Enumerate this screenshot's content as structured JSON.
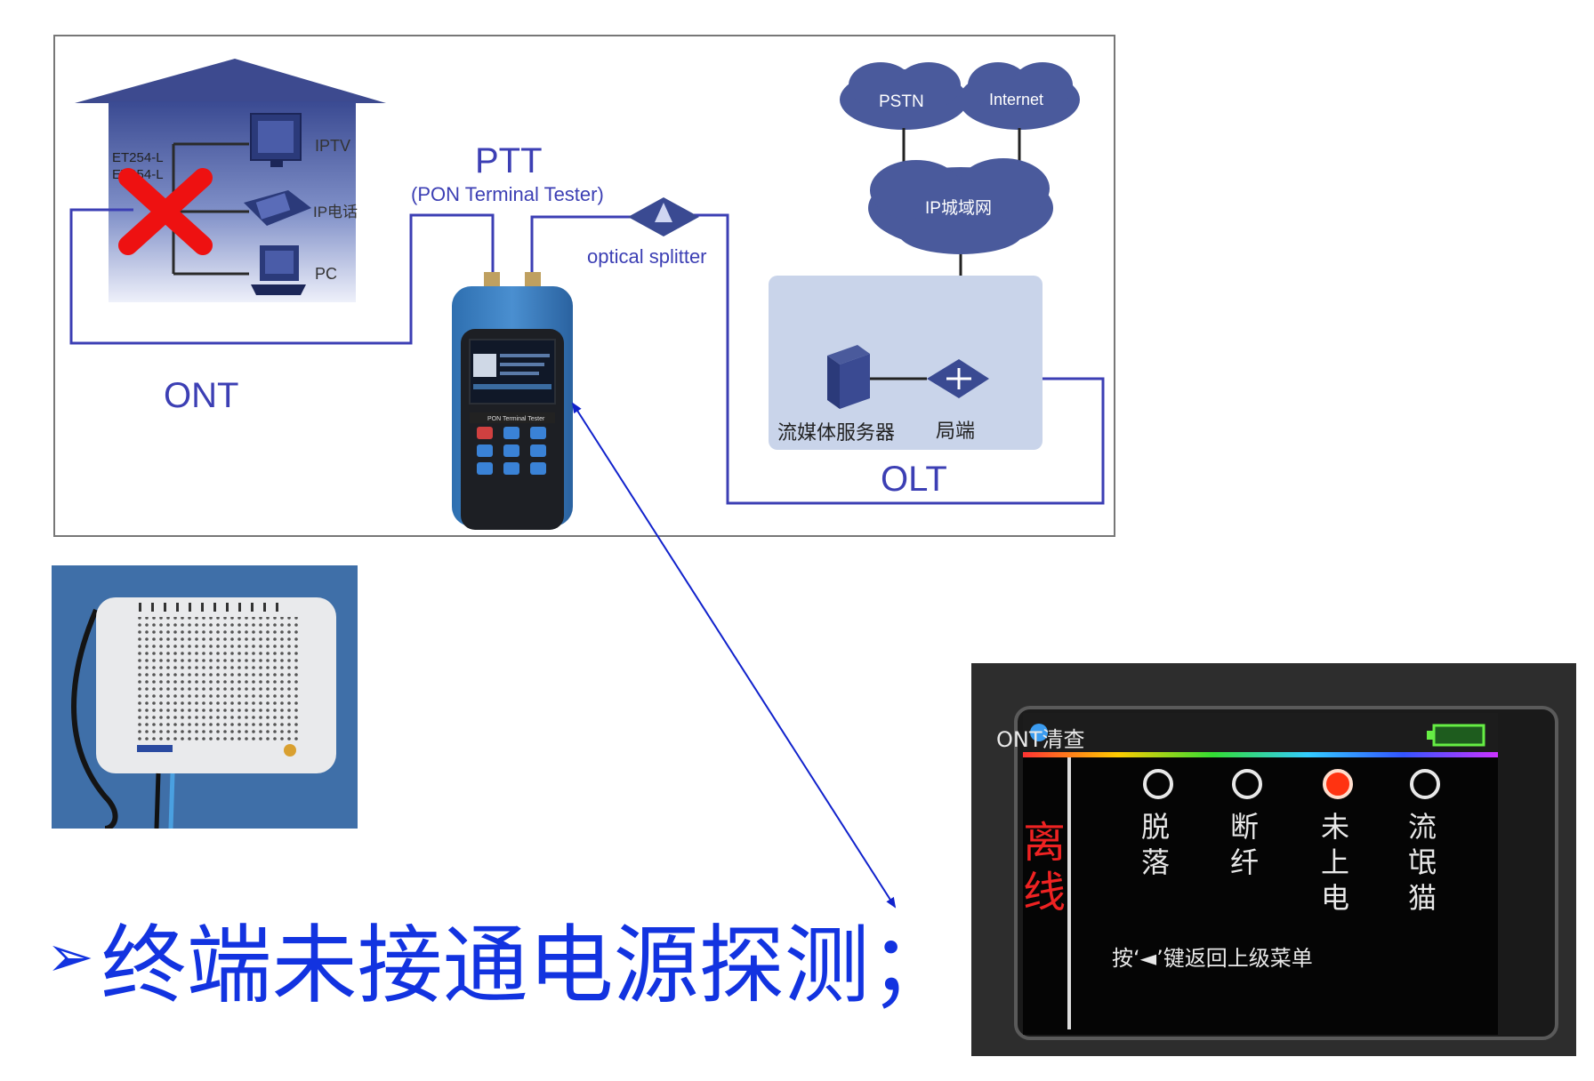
{
  "diagram": {
    "home_devices": {
      "iptv": "IPTV",
      "ip_phone": "IP电话",
      "pc": "PC",
      "ont_model_1": "ET254-L",
      "ont_model_2": "ET254-L"
    },
    "ont_label": "ONT",
    "ptt_title": "PTT",
    "ptt_subtitle": "(PON Terminal Tester)",
    "splitter_label": "optical splitter",
    "cloud_pstn": "PSTN",
    "cloud_internet": "Internet",
    "cloud_metro": "IP城域网",
    "server_label": "流媒体服务器",
    "office_label": "局端",
    "olt_label": "OLT",
    "tester_screen_brand": "PON Terminal Tester"
  },
  "tester_screen": {
    "title": "ONT清查",
    "status": "离线",
    "options": [
      {
        "label": "脱落",
        "active": false
      },
      {
        "label": "断纤",
        "active": false
      },
      {
        "label": "未上电",
        "active": true
      },
      {
        "label": "流氓猫",
        "active": false
      }
    ],
    "hint": "按‘◄’键返回上级菜单"
  },
  "caption": {
    "bullet": "➢",
    "text": "终端未接通电源探测；"
  },
  "colors": {
    "accent_blue": "#1233e0",
    "line_blue": "#3c3fb4",
    "house_blue": "#3d4a8f",
    "cloud_blue": "#4a5a9c",
    "olt_box": "#c9d4ea",
    "red_x": "#ee1111",
    "led_red": "#ff3311"
  },
  "icons": [
    "red-x-icon",
    "tv-icon",
    "phone-icon",
    "pc-icon",
    "splitter-icon",
    "server-icon",
    "switch-icon",
    "power-icon"
  ]
}
